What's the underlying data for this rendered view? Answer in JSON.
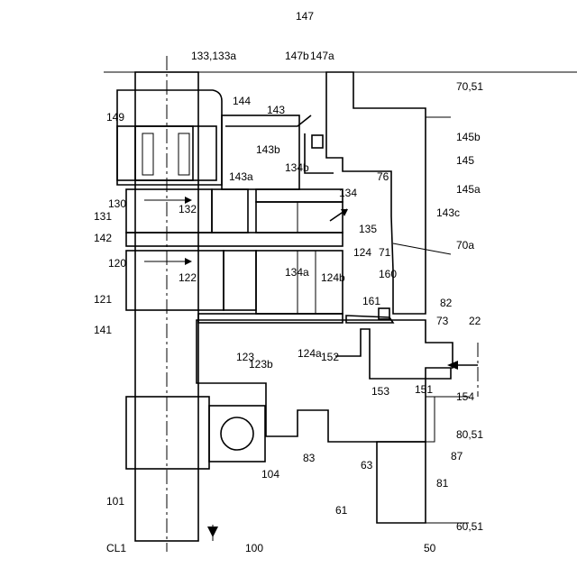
{
  "figure": {
    "type": "patent-cross-section",
    "line_color": "#000000",
    "background_color": "#ffffff",
    "labels": {
      "l50": "50",
      "l100": "100",
      "cl1": "CL1",
      "l101": "101",
      "l104": "104",
      "l83": "83",
      "l63": "63",
      "l61": "61",
      "l121": "121",
      "l120": "120",
      "l122": "122",
      "l123": "123",
      "l123b": "123b",
      "l124a": "124a",
      "l152": "152",
      "l153": "153",
      "l151": "151",
      "l154": "154",
      "l22": "22",
      "l73": "73",
      "l82": "82",
      "l161": "161",
      "l160": "160",
      "l71": "71",
      "l135": "135",
      "l124": "124",
      "l124b": "124b",
      "l134a": "134a",
      "l141": "141",
      "l142": "142",
      "l131": "131",
      "l130": "130",
      "l132": "132",
      "l143a": "143a",
      "l134": "134",
      "l134b": "134b",
      "l143b": "143b",
      "l143": "143",
      "l144": "144",
      "l147b": "147b",
      "l147": "147",
      "l147a": "147a",
      "l133": "133,133a",
      "l149": "149",
      "l145": "145",
      "l145a": "145a",
      "l145b": "145b",
      "l76": "76",
      "l143c": "143c",
      "l70a": "70a",
      "l7051": "70,51",
      "l8051": "80,51",
      "l87": "87",
      "l81": "81",
      "l6051": "60,51"
    }
  }
}
